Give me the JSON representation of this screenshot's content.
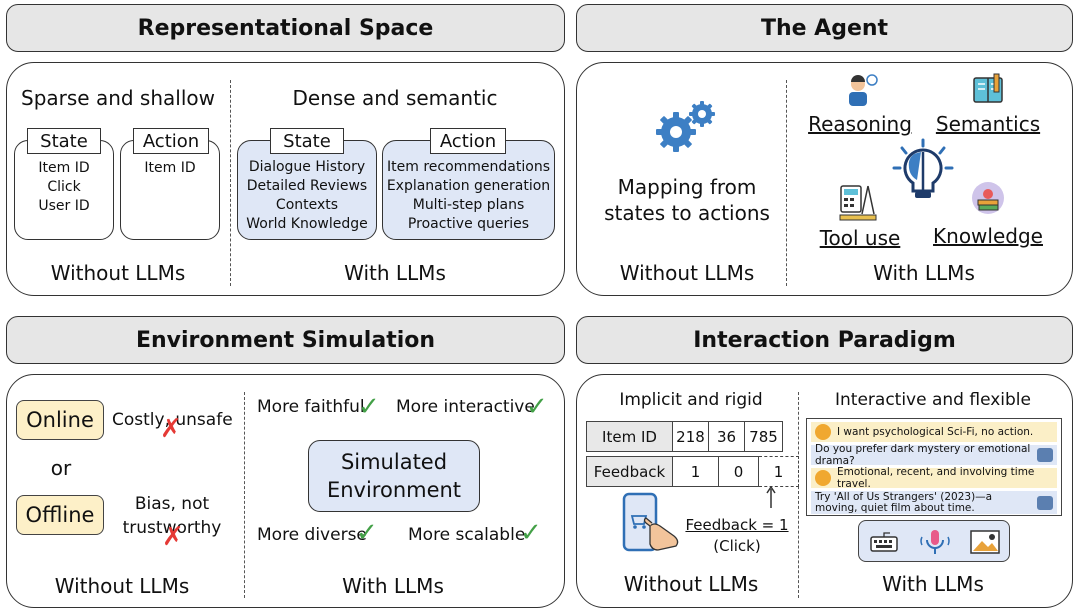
{
  "quadrants": {
    "rep_space": {
      "title": "Representational Space",
      "left_heading": "Sparse and shallow",
      "right_heading": "Dense and semantic",
      "state_label": "State",
      "action_label": "Action",
      "left_state_items": [
        "Item ID",
        "Click",
        "User ID"
      ],
      "left_action_items": [
        "Item ID"
      ],
      "right_state_items": [
        "Dialogue History",
        "Detailed Reviews",
        "Contexts",
        "World Knowledge"
      ],
      "right_action_items": [
        "Item recommendations",
        "Explanation generation",
        "Multi-step plans",
        "Proactive queries"
      ],
      "footer_left": "Without LLMs",
      "footer_right": "With LLMs"
    },
    "agent": {
      "title": "The Agent",
      "mapping_lines": [
        "Mapping from",
        "states to actions"
      ],
      "capabilities": {
        "reasoning": "Reasoning",
        "semantics": "Semantics",
        "tool_use": "Tool use",
        "knowledge": "Knowledge"
      },
      "footer_left": "Without LLMs",
      "footer_right": "With LLMs"
    },
    "env_sim": {
      "title": "Environment Simulation",
      "online": "Online",
      "or": "or",
      "offline": "Offline",
      "online_con": "Costly, unsafe",
      "offline_con_lines": [
        "Bias, not",
        "trustworthy"
      ],
      "benefits": {
        "faithful": "More faithful",
        "interactive": "More interactive",
        "diverse": "More diverse",
        "scalable": "More scalable"
      },
      "sim_lines": [
        "Simulated",
        "Environment"
      ],
      "footer_left": "Without LLMs",
      "footer_right": "With LLMs"
    },
    "interaction": {
      "title": "Interaction Paradigm",
      "left_heading": "Implicit and rigid",
      "right_heading": "Interactive and flexible",
      "item_row_label": "Item ID",
      "item_ids": [
        "218",
        "36",
        "785"
      ],
      "feedback_label": "Feedback",
      "feedback_values": [
        "1",
        "0",
        "1"
      ],
      "feedback_note": "Feedback = 1",
      "click_note": "(Click)",
      "chat": [
        {
          "role": "user",
          "text": "I want psychological Sci-Fi, no action."
        },
        {
          "role": "bot",
          "text": "Do you prefer dark mystery or emotional drama?"
        },
        {
          "role": "user",
          "text": "Emotional, recent, and involving time travel."
        },
        {
          "role": "bot",
          "text": "Try 'All of Us Strangers' (2023)—a moving, quiet film about time."
        }
      ],
      "footer_left": "Without LLMs",
      "footer_right": "With LLMs"
    }
  },
  "colors": {
    "header_bg": "#e6e6e6",
    "card_blue": "#dfe7f6",
    "tag_yellow": "#fdf0c8",
    "cross_red": "#e53935",
    "check_green": "#43a047"
  },
  "icons": [
    "gears-icon",
    "reasoning-person-icon",
    "semantics-book-icon",
    "brain-bulb-icon",
    "tool-use-icon",
    "knowledge-books-icon",
    "phone-tap-icon",
    "keyboard-icon",
    "microphone-icon",
    "image-icon",
    "user-avatar-icon",
    "robot-icon"
  ]
}
